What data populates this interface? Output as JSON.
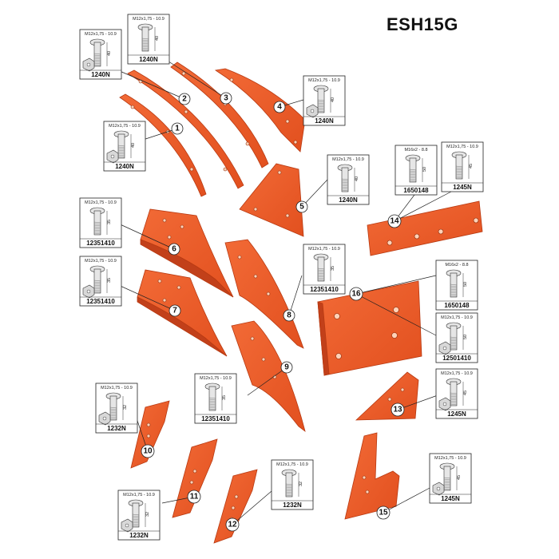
{
  "title": "ESH15G",
  "parts": [
    {
      "number": "1",
      "bolt_spec": "M12x1,75 - 10.9",
      "bolt_code": "1240N",
      "bolt_len": "40"
    },
    {
      "number": "2",
      "bolt_spec": "M12x1,75 - 10.9",
      "bolt_code": "1240N",
      "bolt_len": "40"
    },
    {
      "number": "3",
      "bolt_spec": "M12x1,75 - 10.9",
      "bolt_code": "1240N",
      "bolt_len": "40"
    },
    {
      "number": "4",
      "bolt_spec": "M12x1,75 - 10.9",
      "bolt_code": "1240N",
      "bolt_len": "40"
    },
    {
      "number": "5",
      "bolt_spec": "M12x1,75 - 10.9",
      "bolt_code": "1240N",
      "bolt_len": "40"
    },
    {
      "number": "6",
      "bolt_spec": "M12x1,75 - 10.9",
      "bolt_code": "12351410",
      "bolt_len": "35"
    },
    {
      "number": "7",
      "bolt_spec": "M12x1,75 - 10.9",
      "bolt_code": "12351410",
      "bolt_len": "35"
    },
    {
      "number": "8",
      "bolt_spec": "M12x1,75 - 10.9",
      "bolt_code": "12351410",
      "bolt_len": "35"
    },
    {
      "number": "9",
      "bolt_spec": "M12x1,75 - 10.9",
      "bolt_code": "12351410",
      "bolt_len": "35"
    },
    {
      "number": "10",
      "bolt_spec": "M12x1,75 - 10.9",
      "bolt_code": "1232N",
      "bolt_len": "32"
    },
    {
      "number": "11",
      "bolt_spec": "M12x1,75 - 10.9",
      "bolt_code": "1232N",
      "bolt_len": "32"
    },
    {
      "number": "12",
      "bolt_spec": "M12x1,75 - 10.9",
      "bolt_code": "1232N",
      "bolt_len": "32"
    },
    {
      "number": "13",
      "bolt_spec": "M12x1,75 - 10.9",
      "bolt_code": "1245N",
      "bolt_len": "45"
    },
    {
      "number": "14",
      "bolt_spec": "M16x2 - 8.8",
      "bolt_code": "1650148",
      "bolt_len": "50",
      "bolt2_spec": "M12x1,75 - 10.9",
      "bolt2_code": "1245N",
      "bolt2_len": "45"
    },
    {
      "number": "15",
      "bolt_spec": "M12x1,75 - 10.9",
      "bolt_code": "1245N",
      "bolt_len": "45"
    },
    {
      "number": "16",
      "bolt_spec": "M16x2 - 8.8",
      "bolt_code": "1650148",
      "bolt_len": "50",
      "bolt2_spec": "M12x1,75 - 10.9",
      "bolt2_code": "12501410",
      "bolt2_len": "50"
    }
  ],
  "colors": {
    "part_fill": "#ee5a2a",
    "part_edge": "#b83a12",
    "part_dark": "#c2401a",
    "bolt_fill": "#e6e6e6",
    "line": "#222222"
  }
}
